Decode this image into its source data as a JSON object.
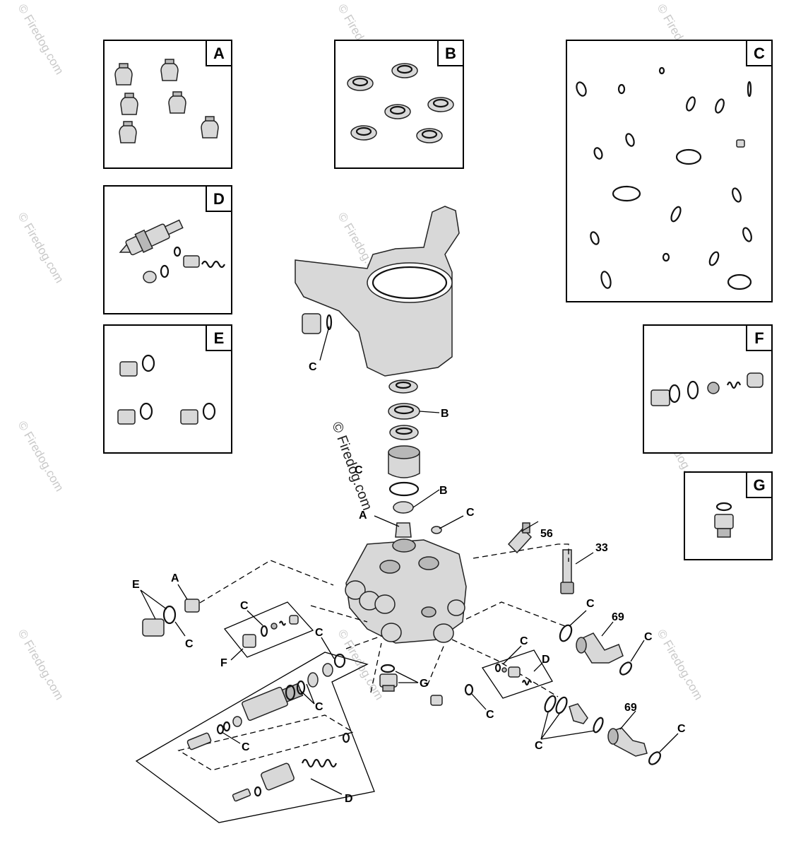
{
  "watermark": {
    "text": "© Firedog.com",
    "center_text": "© Firedog.com"
  },
  "kits": {
    "A": "A",
    "B": "B",
    "C": "C",
    "D": "D",
    "E": "E",
    "F": "F",
    "G": "G"
  },
  "callouts": {
    "c_housing": "C",
    "b_upper": "B",
    "c_middle": "C",
    "b_lower": "B",
    "a_top": "A",
    "c_top": "C",
    "n56": "56",
    "n33": "33",
    "e_left": "E",
    "a_left": "A",
    "c_left": "C",
    "c_f": "C",
    "f_left": "F",
    "c_d1": "C",
    "c_d2": "C",
    "c_d3": "C",
    "d_bottom": "D",
    "g_center": "G",
    "c_center": "C",
    "c_r1": "C",
    "n69a": "69",
    "c_r2": "C",
    "c_r3": "C",
    "d_right": "D",
    "c_r4": "C",
    "n69b": "69",
    "c_r5": "C"
  },
  "colors": {
    "line": "#000000",
    "part": "#d8d8d8",
    "watermark": "#c9c9c9"
  }
}
